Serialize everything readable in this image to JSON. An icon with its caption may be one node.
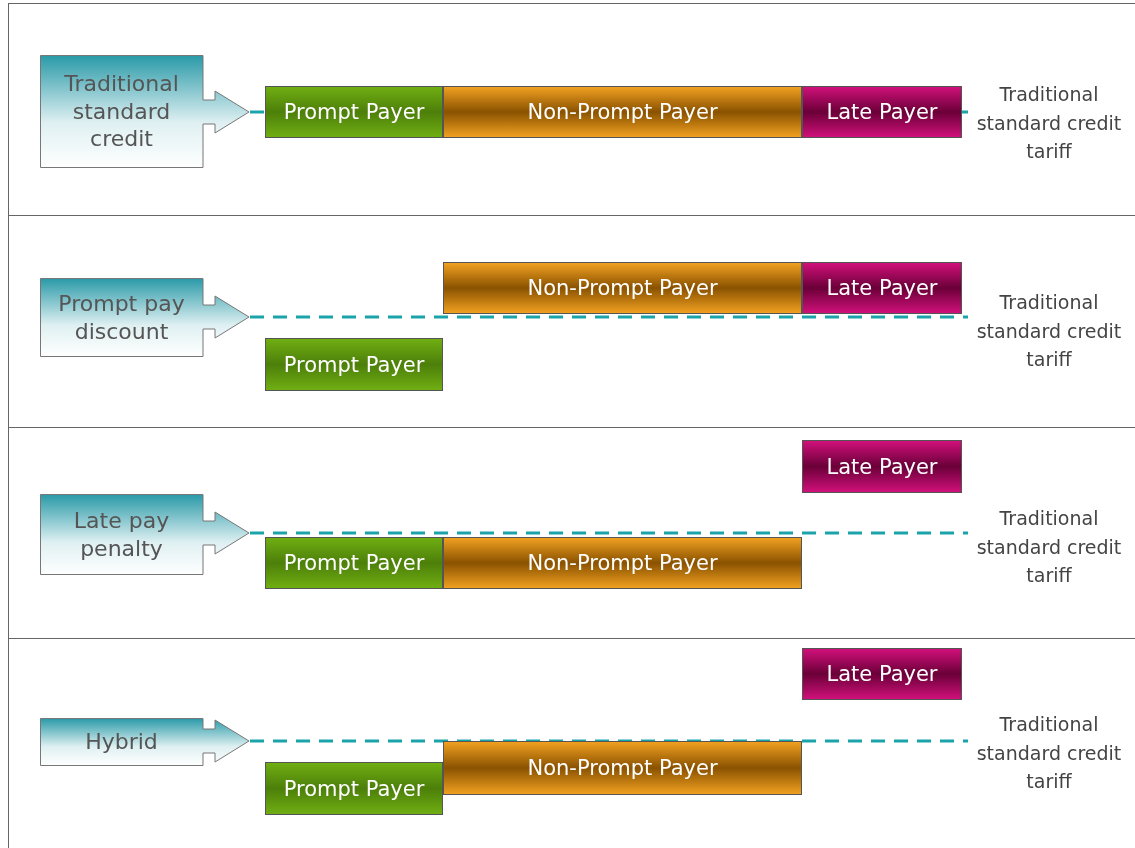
{
  "diagram": {
    "nodes": [
      {
        "text": [
          "Traditional standard credit"
        ]
      },
      {
        "text": [
          "Prompt Payer"
        ]
      },
      {
        "text": [
          "Non-Prompt Payer"
        ]
      },
      {
        "text": [
          "Late Payer"
        ]
      },
      {
        "text": [
          "Traditional standard credit tariff"
        ]
      },
      {
        "text": [
          "Prompt pay discount"
        ]
      },
      {
        "text": [
          "Non-Prompt Payer"
        ]
      },
      {
        "text": [
          "Late Payer"
        ]
      },
      {
        "text": [
          "Traditional standard credit tariff"
        ]
      },
      {
        "text": [
          "Prompt Payer"
        ]
      },
      {
        "text": [
          "Late pay penalty"
        ]
      },
      {
        "text": [
          "Late Payer"
        ]
      },
      {
        "text": [
          "Traditional standard credit tariff"
        ]
      },
      {
        "text": [
          "Prompt Payer"
        ]
      },
      {
        "text": [
          "Non-Prompt Payer"
        ]
      },
      {
        "text": [
          "Hybrid"
        ]
      },
      {
        "text": [
          "Late Payer"
        ]
      },
      {
        "text": [
          "Traditional standard credit tariff"
        ]
      },
      {
        "text": [
          "Non-Prompt Payer"
        ]
      },
      {
        "text": [
          "Prompt Payer"
        ]
      }
    ],
    "edges": [
      {
        "from": 0,
        "to": 1,
        "arrow": "none",
        "style": "dashed"
      },
      {
        "from": 3,
        "to": 4,
        "arrow": "none",
        "style": "dashed"
      },
      {
        "from": 5,
        "to": 8,
        "arrow": "none",
        "style": "dashed"
      },
      {
        "from": 10,
        "to": 12,
        "arrow": "none",
        "style": "dashed"
      },
      {
        "from": 15,
        "to": 17,
        "arrow": "none",
        "style": "dashed"
      }
    ]
  }
}
